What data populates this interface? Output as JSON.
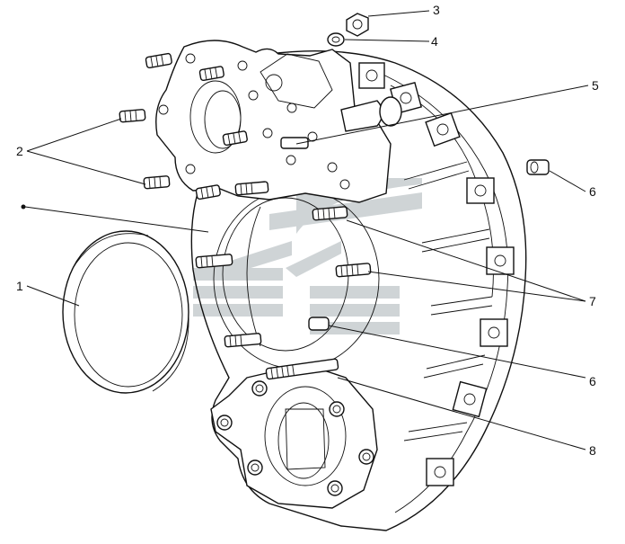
{
  "callouts": {
    "c1": "1",
    "c2": "2",
    "c3": "3",
    "c4": "4",
    "c5": "5",
    "c6a": "6",
    "c6b": "6",
    "c7": "7",
    "c8": "8"
  },
  "colors": {
    "ink": "#111111",
    "watermark": "#c7cdd0",
    "paper": "#ffffff"
  }
}
